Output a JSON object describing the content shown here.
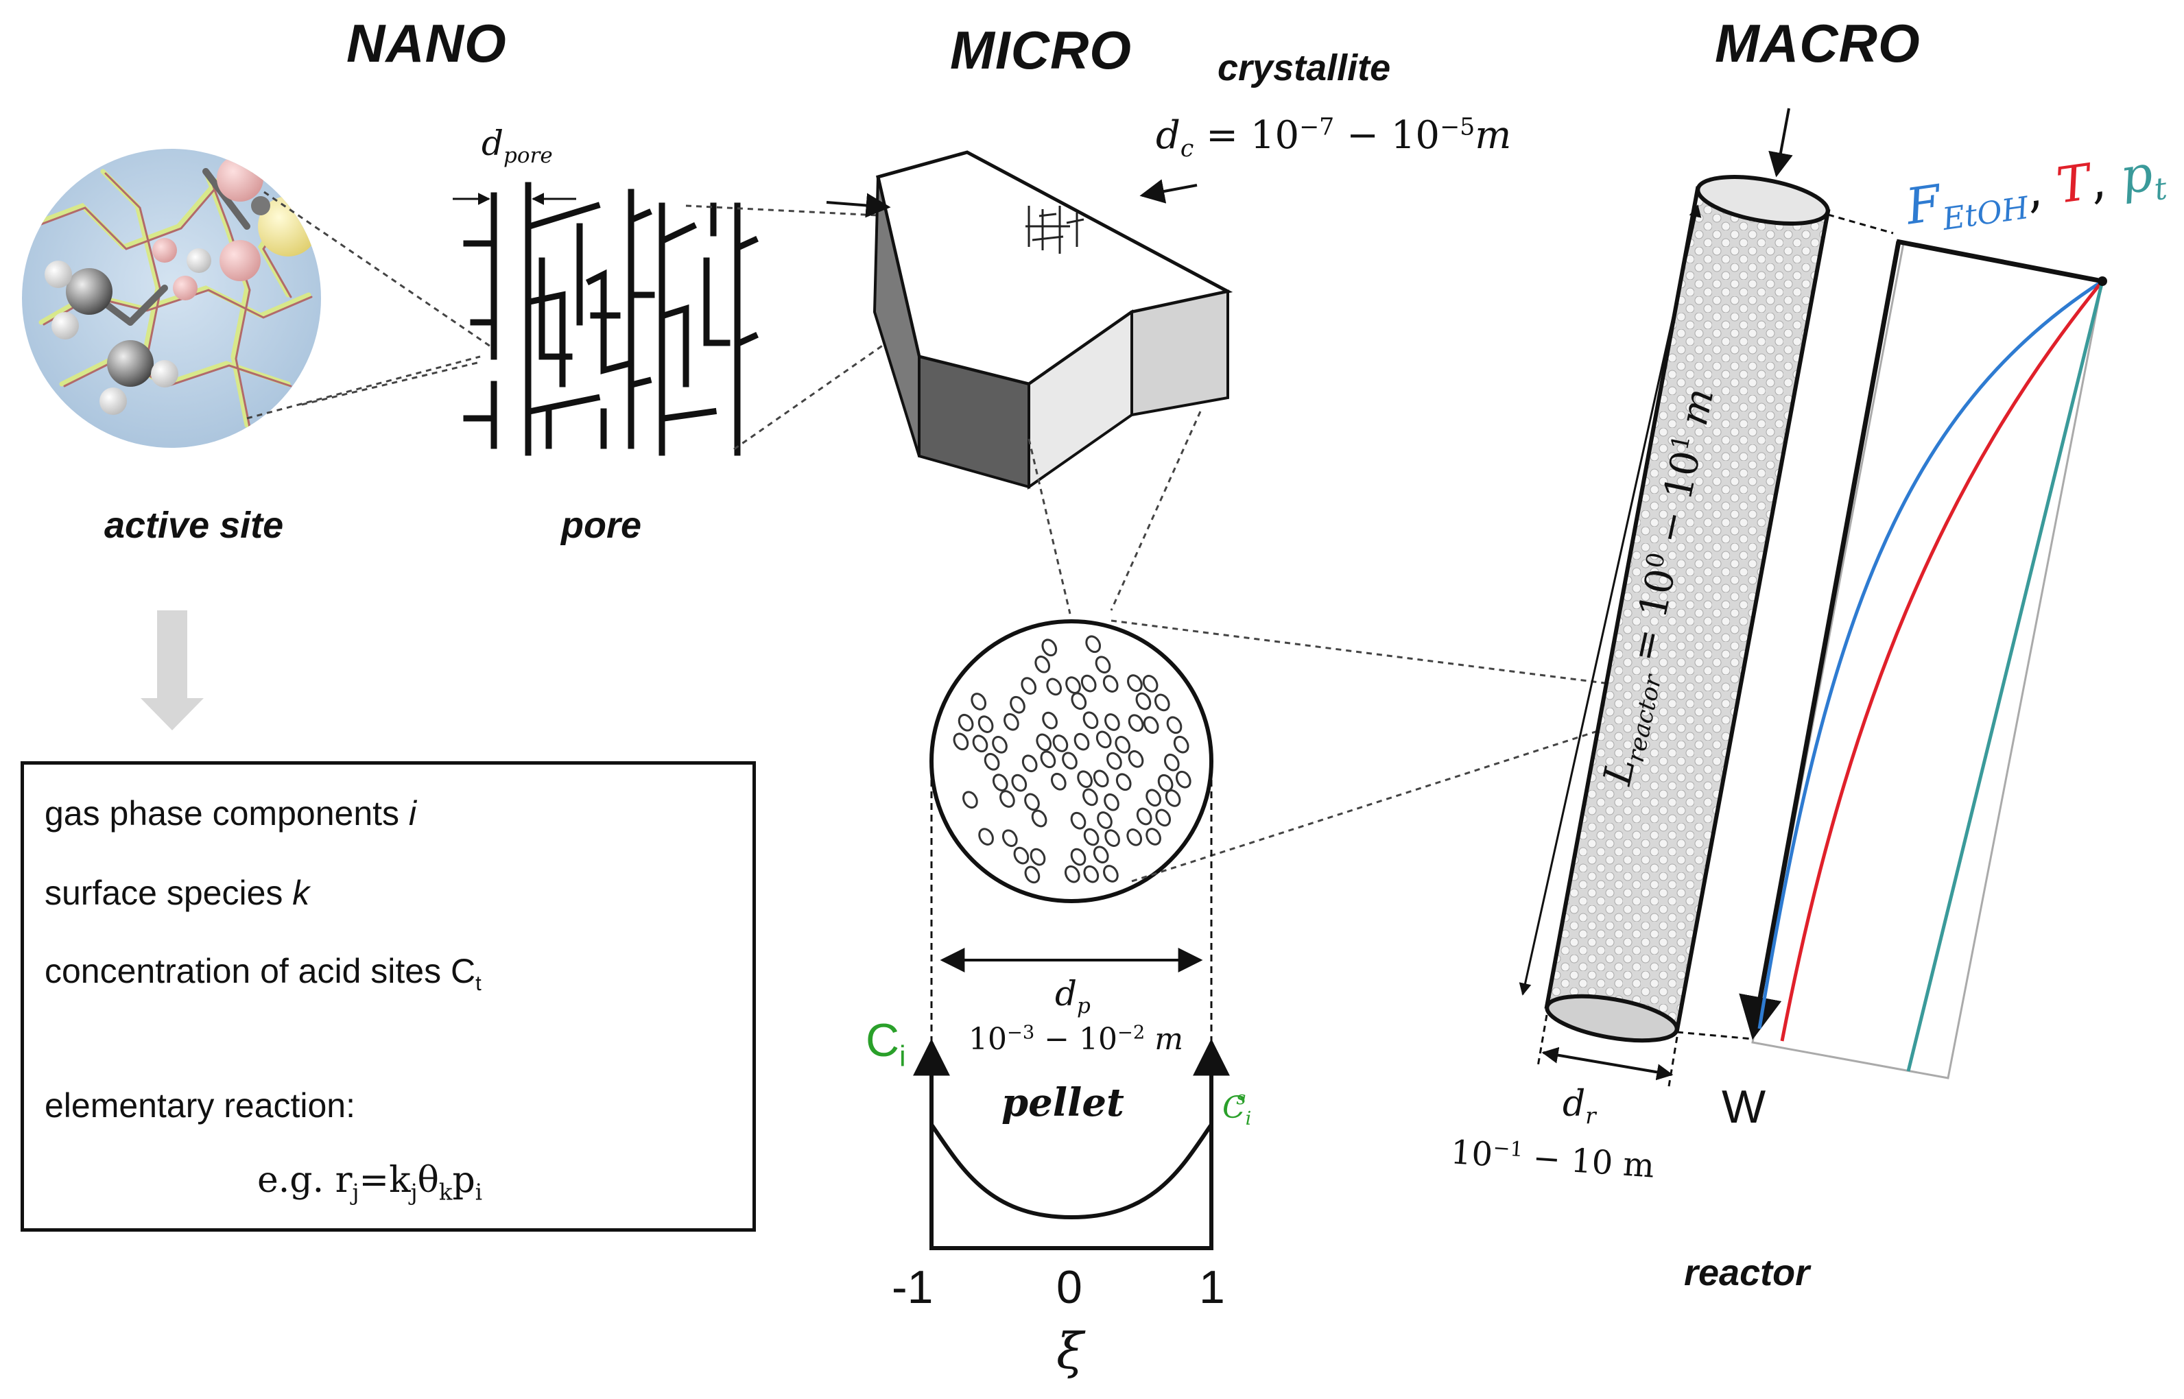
{
  "headers": {
    "nano": "NANO",
    "micro": "MICRO",
    "macro": "MACRO"
  },
  "labels": {
    "crystallite": "crystallite",
    "active_site": "active site",
    "pore": "pore",
    "pellet": "pellet",
    "reactor": "reactor",
    "w": "W"
  },
  "formulas": {
    "d_pore": {
      "base": "d",
      "sub": "pore"
    },
    "d_c": {
      "base": "d",
      "sub": "c",
      "rest": " = 10",
      "e1": "−7",
      "mid": " − 10",
      "e2": "−5",
      "unit": "m"
    },
    "d_p": {
      "base": "d",
      "sub": "p",
      "range_a": "10",
      "e1": "−3",
      "range_b": " − 10",
      "e2": "−2",
      "unit": " m"
    },
    "d_r": {
      "base": "d",
      "sub": "r",
      "range_a": "10",
      "e1": "−1",
      "range_b": " − 10 m"
    },
    "l_reactor": {
      "base": "L",
      "sub": "reactor",
      "rest": " = 10",
      "e1": "0",
      "mid": " − 10",
      "e2": "1",
      "unit": " m"
    },
    "profile_legend": {
      "f": "F",
      "f_sub": "EtOH",
      "sep1": ", ",
      "t": "T",
      "sep2": ", ",
      "p": "p",
      "p_sub": "t"
    },
    "c_i": {
      "base": "C",
      "sub": "i"
    },
    "c_i_s": {
      "base": "C",
      "sub": "i",
      "sup": "s"
    }
  },
  "pellet_axis": {
    "symbol": "ξ",
    "ticks": [
      "-1",
      "0",
      "1"
    ]
  },
  "info_box": {
    "line1": {
      "text": "gas phase components ",
      "var": "i"
    },
    "line2": {
      "text": "surface species ",
      "var": "k"
    },
    "line3": {
      "text": "concentration of acid sites C",
      "sub": "t"
    },
    "line4": {
      "text": "elementary reaction:"
    },
    "line5": {
      "prefix": "e.g. r",
      "s1": "j",
      "eq": "=k",
      "s2": "j",
      "theta": "θ",
      "s3": "k",
      "p": "p",
      "s4": "i"
    }
  },
  "colors": {
    "ethanol_flow": "#2e7bd1",
    "temperature": "#e0202a",
    "pressure": "#3a9a9a",
    "concentration": "#2aa02a",
    "arrow_gray": "#d7d7d7",
    "crystal_dark": "#777777",
    "crystal_light": "#e8e8e8",
    "site_bg": "#bcd2e6"
  }
}
